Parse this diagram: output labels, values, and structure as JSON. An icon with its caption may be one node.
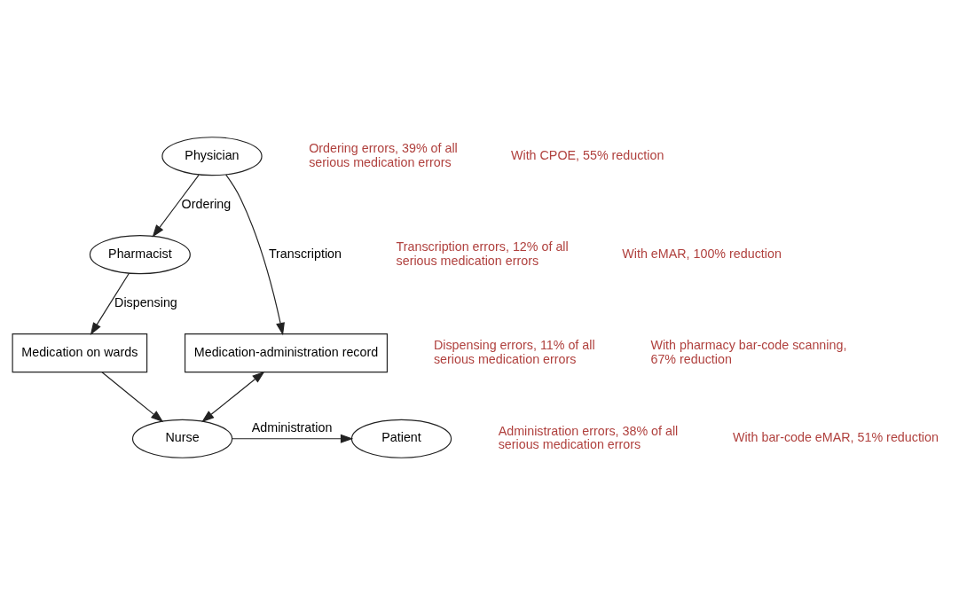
{
  "diagram": {
    "nodes": [
      {
        "text": [
          "Physician"
        ]
      },
      {
        "text": [
          "Pharmacist"
        ]
      },
      {
        "text": [
          "Medication-administration record"
        ]
      },
      {
        "text": [
          "Medication on wards"
        ]
      },
      {
        "text": [
          "Nurse"
        ]
      },
      {
        "text": [
          "Patient"
        ]
      }
    ],
    "edges": [
      {
        "from": 0,
        "to": 1,
        "arrow": "to",
        "label": "Ordering"
      },
      {
        "from": 0,
        "to": 2,
        "arrow": "to",
        "label": "Transcription"
      },
      {
        "from": 1,
        "to": 3,
        "arrow": "to",
        "label": "Dispensing"
      },
      {
        "from": 3,
        "to": 4,
        "arrow": "to"
      },
      {
        "from": 2,
        "to": 4,
        "arrow": "both"
      },
      {
        "from": 4,
        "to": 5,
        "arrow": "to",
        "label": "Administration"
      }
    ],
    "labels": [
      "Ordering errors, 39% of all serious medication errors",
      "With CPOE, 55% reduction",
      "Transcription errors, 12% of all serious medication errors",
      "With eMAR, 100% reduction",
      "Dispensing errors, 11% of all serious medication errors",
      "With pharmacy bar-code scanning, 67% reduction",
      "Administration errors, 38% of all serious medication errors",
      "With bar-code eMAR, 51% reduction"
    ]
  }
}
